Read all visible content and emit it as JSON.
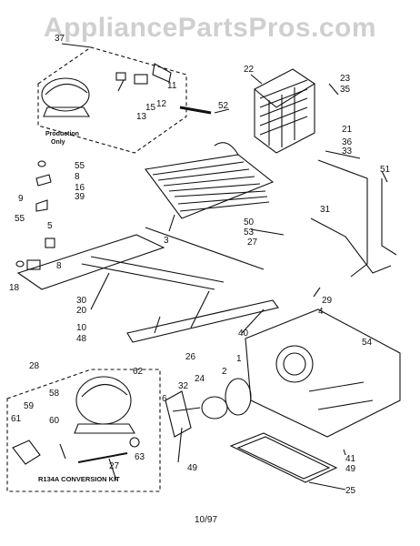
{
  "watermark": "AppliancePartsPros.com",
  "production_note": [
    "Production",
    "Only"
  ],
  "kit_label": "R134A CONVERSION KIT",
  "date": "10/97",
  "labels": {
    "p1": "1",
    "p2": "2",
    "p3": "3",
    "p4": "4",
    "p5": "5",
    "p6": "6",
    "p8": "8",
    "p8b": "8",
    "p9": "9",
    "p10": "10",
    "p11": "11",
    "p12": "12",
    "p13": "13",
    "p15": "15",
    "p16": "16",
    "p18": "18",
    "p20": "20",
    "p21": "21",
    "p22": "22",
    "p23": "23",
    "p24": "24",
    "p25": "25",
    "p26": "26",
    "p27": "27",
    "p27b": "27",
    "p28": "28",
    "p29": "29",
    "p30": "30",
    "p31": "31",
    "p32": "32",
    "p33": "33",
    "p35": "35",
    "p36": "36",
    "p37": "37",
    "p39": "39",
    "p40": "40",
    "p41": "41",
    "p48": "48",
    "p49": "49",
    "p49b": "49",
    "p50": "50",
    "p51": "51",
    "p52": "52",
    "p53": "53",
    "p54": "54",
    "p55": "55",
    "p55b": "55",
    "p58": "58",
    "p59": "59",
    "p60": "60",
    "p61": "61",
    "p62": "62",
    "p63": "63"
  }
}
